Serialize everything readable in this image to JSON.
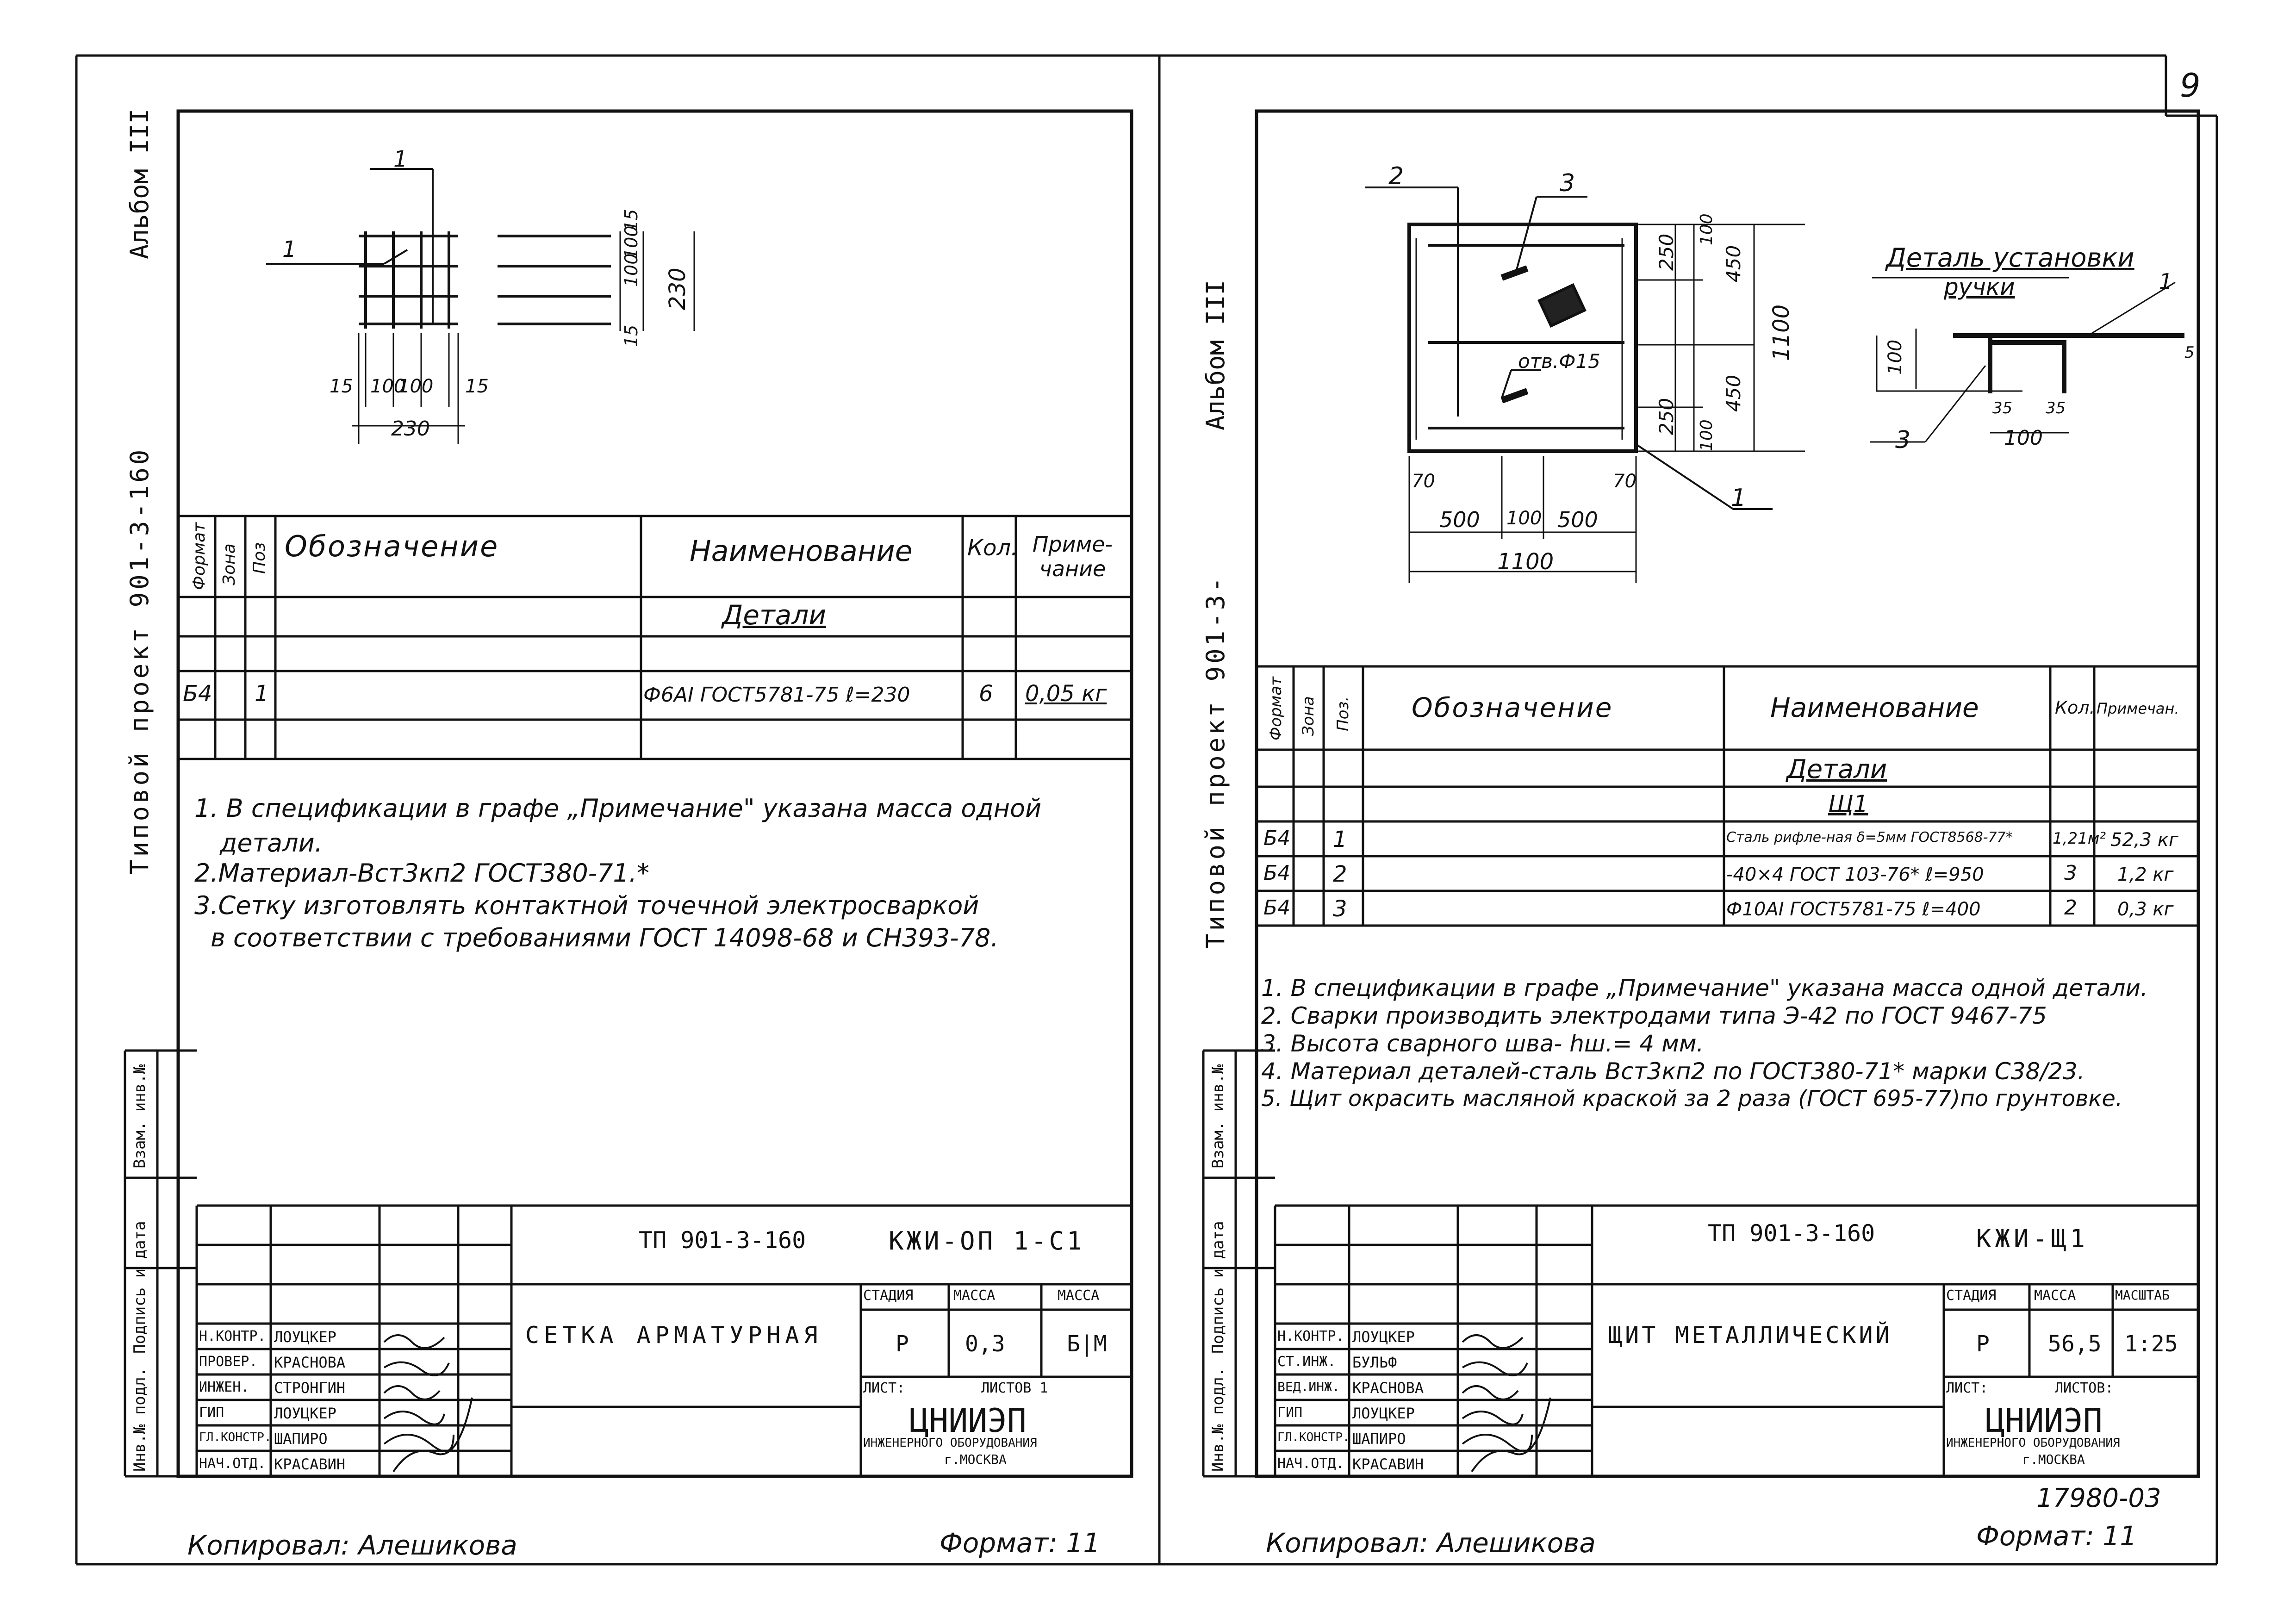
{
  "page_number": "9",
  "left_sheet": {
    "album": "Альбом III",
    "project_vertical": "Типовой проект 901-3-160",
    "drawing_dims": {
      "d1": "15",
      "d2": "100",
      "d3": "100",
      "d4": "15",
      "total": "230",
      "s1": "15",
      "s2": "100",
      "s3": "100",
      "s4": "15",
      "stotal": "230",
      "pos1": "1",
      "pos1b": "1"
    },
    "spec_headers": {
      "format": "Формат",
      "zone": "Зона",
      "pos": "Поз",
      "designation": "Обозначение",
      "name": "Наименование",
      "qty": "Кол.",
      "note": "Приме-чание"
    },
    "spec_section": "Детали",
    "spec_rows": [
      {
        "format": "Б4",
        "pos": "1",
        "designation": "",
        "name": "Ф6АI ГОСТ5781-75 ℓ=230",
        "qty": "6",
        "note": "0,05 кг"
      }
    ],
    "notes": [
      "1. В спецификации в графе „Примечание\" указана масса одной",
      "детали.",
      "2.Материал-Вст3кп2 ГОСТ380-71.*",
      "3.Сетку изготовлять контактной точечной электросваркой",
      "в соответствии с требованиями ГОСТ 14098-68 и СН393-78."
    ],
    "side_labels": {
      "inv": "Инв.№ подл.",
      "sign": "Подпись и дата",
      "vzam": "Взам. инв.№"
    },
    "title_block": {
      "project": "ТП 901-3-160",
      "code": "КЖИ-ОП 1-С1",
      "title": "СЕТКА АРМАТУРНАЯ",
      "stage_h": "СТАДИЯ",
      "mass_h": "МАССА",
      "scale_h": "МАССА",
      "stage": "Р",
      "mass": "0,3",
      "scale": "Б|М",
      "sheet": "ЛИСТ:",
      "sheets": "ЛИСТОВ 1",
      "org": "ЦНИИЭП",
      "org_sub": "ИНЖЕНЕРНОГО ОБОРУДОВАНИЯ",
      "city": "г.МОСКВА",
      "roles": [
        "Н.КОНТР.",
        "ПРОВЕР.",
        "ИНЖЕН.",
        "ГИП",
        "ГЛ.КОНСТР.",
        "НАЧ.ОТД."
      ],
      "names": [
        "ЛОУЦКЕР",
        "КРАСНОВА",
        "СТРОНГИН",
        "ЛОУЦКЕР",
        "ШАПИРО",
        "КРАСАВИН"
      ]
    },
    "copied": "Копировал: Алешикова",
    "format": "Формат: 11"
  },
  "right_sheet": {
    "album": "Альбом III",
    "project_vertical": "Типовой проект 901-3-",
    "drawing_dims": {
      "p2": "2",
      "p3": "3",
      "p1": "1",
      "d250a": "250",
      "d450a": "450",
      "d1100v": "1100",
      "d450b": "450",
      "d250b": "250",
      "d100a": "100",
      "d100b": "100",
      "hole": "отв.Ф15",
      "d70a": "70",
      "d500a": "500",
      "d100c": "100",
      "d500b": "500",
      "d70b": "70",
      "d1100h": "1100"
    },
    "detail_title": "Деталь установки",
    "detail_sub": "ручки",
    "detail_dims": {
      "h100": "100",
      "p1": "1",
      "p3": "3",
      "d5": "5",
      "d35a": "35",
      "d35b": "35",
      "d100": "100"
    },
    "spec_headers": {
      "format": "Формат",
      "zone": "Зона",
      "pos": "Поз.",
      "designation": "Обозначение",
      "name": "Наименование",
      "qty": "Кол.",
      "note": "Примечан."
    },
    "spec_section": "Детали",
    "spec_subsection": "Щ1",
    "spec_rows": [
      {
        "format": "Б4",
        "pos": "1",
        "name": "Сталь рифле-ная δ=5мм ГОСТ8568-77*",
        "qty": "1,21м²",
        "note": "52,3 кг"
      },
      {
        "format": "Б4",
        "pos": "2",
        "name": "-40×4 ГОСТ 103-76* ℓ=950",
        "qty": "3",
        "note": "1,2 кг"
      },
      {
        "format": "Б4",
        "pos": "3",
        "name": "Ф10АI ГОСТ5781-75 ℓ=400",
        "qty": "2",
        "note": "0,3 кг"
      }
    ],
    "notes": [
      "1. В спецификации в графе „Примечание\" указана масса одной детали.",
      "2. Сварки производить электродами типа Э-42 по ГОСТ 9467-75",
      "3. Высота сварного шва- hш.= 4 мм.",
      "4. Материал деталей-сталь Вст3кп2 по ГОСТ380-71* марки С38/23.",
      "5. Щит окрасить масляной краской за 2 раза (ГОСТ 695-77)по грунтовке."
    ],
    "side_labels": {
      "inv": "Инв.№ подл.",
      "sign": "Подпись и дата",
      "vzam": "Взам. инв.№"
    },
    "title_block": {
      "project": "ТП 901-3-160",
      "code": "КЖИ-Щ1",
      "title": "ЩИТ МЕТАЛЛИЧЕСКИЙ",
      "stage_h": "СТАДИЯ",
      "mass_h": "МАССА",
      "scale_h": "МАСШТАБ",
      "stage": "Р",
      "mass": "56,5",
      "scale": "1:25",
      "sheet": "ЛИСТ:",
      "sheets": "ЛИСТОВ:",
      "org": "ЦНИИЭП",
      "org_sub": "ИНЖЕНЕРНОГО ОБОРУДОВАНИЯ",
      "city": "г.МОСКВА",
      "roles": [
        "Н.КОНТР.",
        "СТ.ИНЖ.",
        "ВЕД.ИНЖ.",
        "ГИП",
        "ГЛ.КОНСТР.",
        "НАЧ.ОТД."
      ],
      "names": [
        "ЛОУЦКЕР",
        "БУЛЬФ",
        "КРАСНОВА",
        "ЛОУЦКЕР",
        "ШАПИРО",
        "КРАСАВИН"
      ]
    },
    "archive_no": "17980-03",
    "copied": "Копировал: Алешикова",
    "format": "Формат: 11"
  }
}
